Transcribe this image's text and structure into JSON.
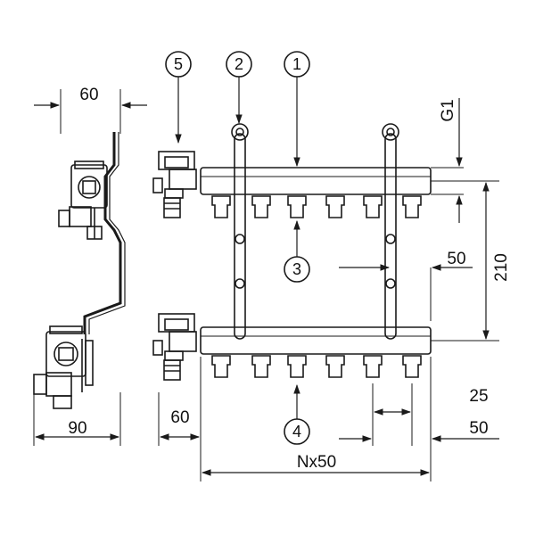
{
  "dimensions": {
    "side_width": "60",
    "side_depth": "90",
    "offset": "60",
    "height": "210",
    "spacing_50_right": "50",
    "outlet_25": "25",
    "outlet_50": "50",
    "length": "Nx50",
    "thread": "G1"
  },
  "callouts": [
    {
      "label": "1"
    },
    {
      "label": "2"
    },
    {
      "label": "3"
    },
    {
      "label": "4"
    },
    {
      "label": "5"
    }
  ],
  "colors": {
    "line": "#1a1a1a",
    "background": "#ffffff"
  }
}
